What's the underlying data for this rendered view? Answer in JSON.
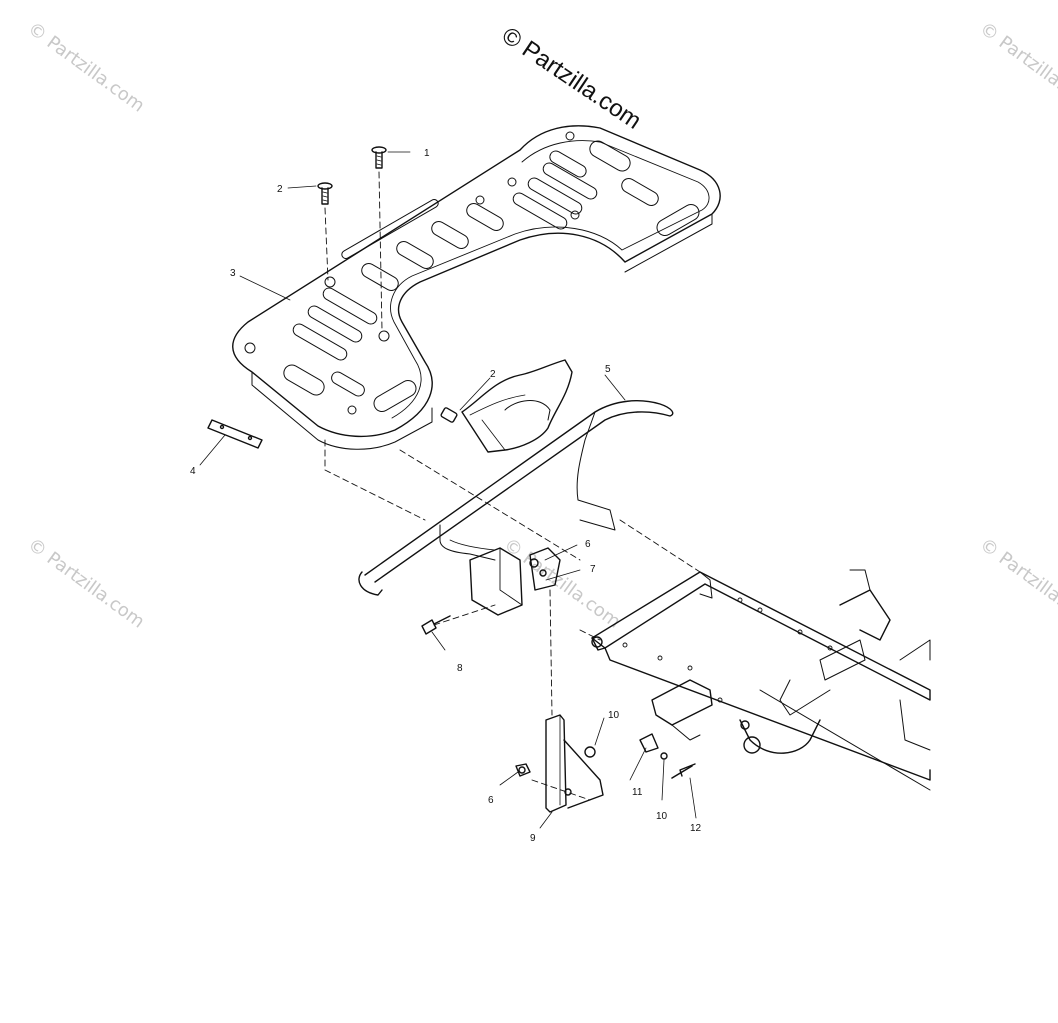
{
  "watermark_main": "© Partzilla.com",
  "watermarks": [
    "© Partzilla.com",
    "© Partzilla.com",
    "© Partzilla.com",
    "© Partzilla.com",
    "© Partzilla.com"
  ],
  "callouts": [
    {
      "id": "c1",
      "label": "1"
    },
    {
      "id": "c2a",
      "label": "2"
    },
    {
      "id": "c3",
      "label": "3"
    },
    {
      "id": "c4",
      "label": "4"
    },
    {
      "id": "c2b",
      "label": "2"
    },
    {
      "id": "c5",
      "label": "5"
    },
    {
      "id": "c6a",
      "label": "6"
    },
    {
      "id": "c7",
      "label": "7"
    },
    {
      "id": "c8",
      "label": "8"
    },
    {
      "id": "c10a",
      "label": "10"
    },
    {
      "id": "c6b",
      "label": "6"
    },
    {
      "id": "c11",
      "label": "11"
    },
    {
      "id": "c9",
      "label": "9"
    },
    {
      "id": "c10b",
      "label": "10"
    },
    {
      "id": "c12",
      "label": "12"
    }
  ]
}
